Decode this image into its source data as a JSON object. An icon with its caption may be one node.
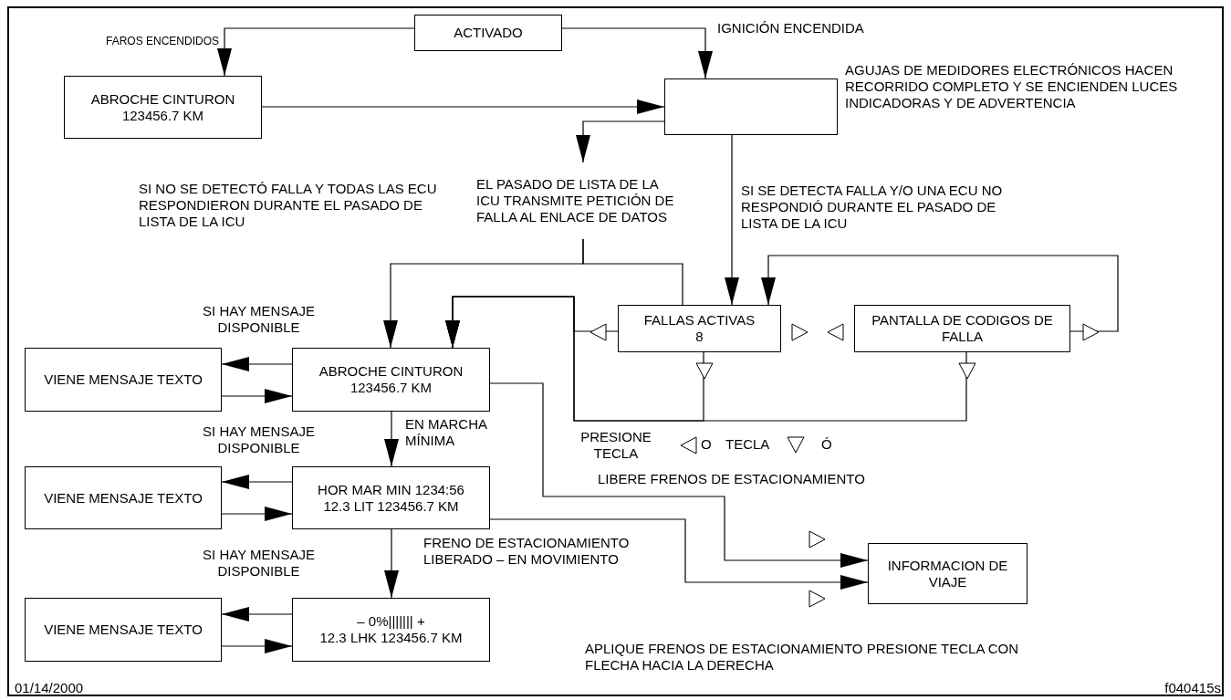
{
  "diagram": {
    "nodes": [
      {
        "text": [
          "ACTIVADO"
        ]
      },
      {
        "text": [
          "ABROCHE CINTURON",
          "123456.7 KM"
        ]
      },
      {
        "text": [],
        "shape": "box"
      },
      {
        "text": [
          "EL PASADO DE LISTA DE LA ICU TRANSMITE PETICIÓN DE FALLA AL ENLACE DE DATOS"
        ]
      },
      {
        "text": [
          "FALLAS ACTIVAS",
          "8"
        ]
      },
      {
        "text": [
          "PANTALLA DE CODIGOS DE FALLA"
        ]
      },
      {
        "text": [
          "ABROCHE CINTURON",
          "123456.7 KM"
        ]
      },
      {
        "text": [
          "VIENE MENSAJE TEXTO"
        ]
      },
      {
        "text": [
          "HOR MAR MIN 1234:56",
          "12.3 LIT 123456.7 KM"
        ]
      },
      {
        "text": [
          "VIENE MENSAJE TEXTO"
        ]
      },
      {
        "text": [
          "–  0%|||||||  +",
          "12.3 LHK 123456.7 KM"
        ]
      },
      {
        "text": [
          "VIENE MENSAJE TEXTO"
        ]
      },
      {
        "text": [
          "INFORMACION DE VIAJE"
        ]
      }
    ],
    "edges": [
      {
        "from": 0,
        "to": 1,
        "arrow": "to",
        "label": "FAROS ENCENDIDOS"
      },
      {
        "from": 0,
        "to": 2,
        "arrow": "to",
        "label": "IGNICIÓN ENCENDIDA"
      },
      {
        "from": 1,
        "to": 2,
        "arrow": "to"
      },
      {
        "from": 2,
        "to": 3,
        "arrow": "to"
      },
      {
        "from": 3,
        "to": 6,
        "arrow": "to"
      },
      {
        "from": 3,
        "to": 4,
        "arrow": "none"
      },
      {
        "from": 2,
        "to": 4,
        "arrow": "to"
      },
      {
        "from": 5,
        "to": 4,
        "arrow": "to"
      },
      {
        "from": 4,
        "to": 6,
        "arrow": "to"
      },
      {
        "from": 4,
        "to": 6,
        "arrow": "to"
      },
      {
        "from": 5,
        "to": 6,
        "arrow": "to"
      },
      {
        "from": 6,
        "to": 7,
        "arrow": "to"
      },
      {
        "from": 7,
        "to": 6,
        "arrow": "to"
      },
      {
        "from": 6,
        "to": 8,
        "arrow": "to",
        "label": "EN MARCHA MÍNIMA"
      },
      {
        "from": 8,
        "to": 9,
        "arrow": "to"
      },
      {
        "from": 9,
        "to": 8,
        "arrow": "to"
      },
      {
        "from": 8,
        "to": 10,
        "arrow": "to",
        "label": "FRENO DE ESTACIONAMIENTO LIBERADO – EN MOVIMIENTO"
      },
      {
        "from": 10,
        "to": 11,
        "arrow": "to"
      },
      {
        "from": 11,
        "to": 10,
        "arrow": "to"
      },
      {
        "from": 6,
        "to": 12,
        "arrow": "to"
      },
      {
        "from": 8,
        "to": 12,
        "arrow": "to"
      }
    ],
    "labels": [
      "AGUJAS DE MEDIDORES ELECTRÓNICOS HACEN RECORRIDO COMPLETO Y SE ENCIENDEN LUCES INDICADORAS Y DE ADVERTENCIA",
      "SI NO SE DETECTÓ FALLA Y TODAS LAS ECU RESPONDIERON DURANTE EL PASADO DE LISTA DE LA ICU",
      "SI SE DETECTA FALLA Y/O UNA ECU NO RESPONDIÓ DURANTE EL PASADO DE LISTA DE LA ICU",
      "SI HAY MENSAJE DISPONIBLE",
      "SI HAY MENSAJE DISPONIBLE",
      "SI HAY MENSAJE DISPONIBLE",
      "PRESIONE TECLA",
      "O",
      "TECLA",
      "Ó",
      "LIBERE FRENOS DE ESTACIONAMIENTO",
      "APLIQUE FRENOS DE ESTACIONAMIENTO PRESIONE TECLA CON FLECHA HACIA LA DERECHA",
      "01/14/2000",
      "f040415s"
    ]
  }
}
